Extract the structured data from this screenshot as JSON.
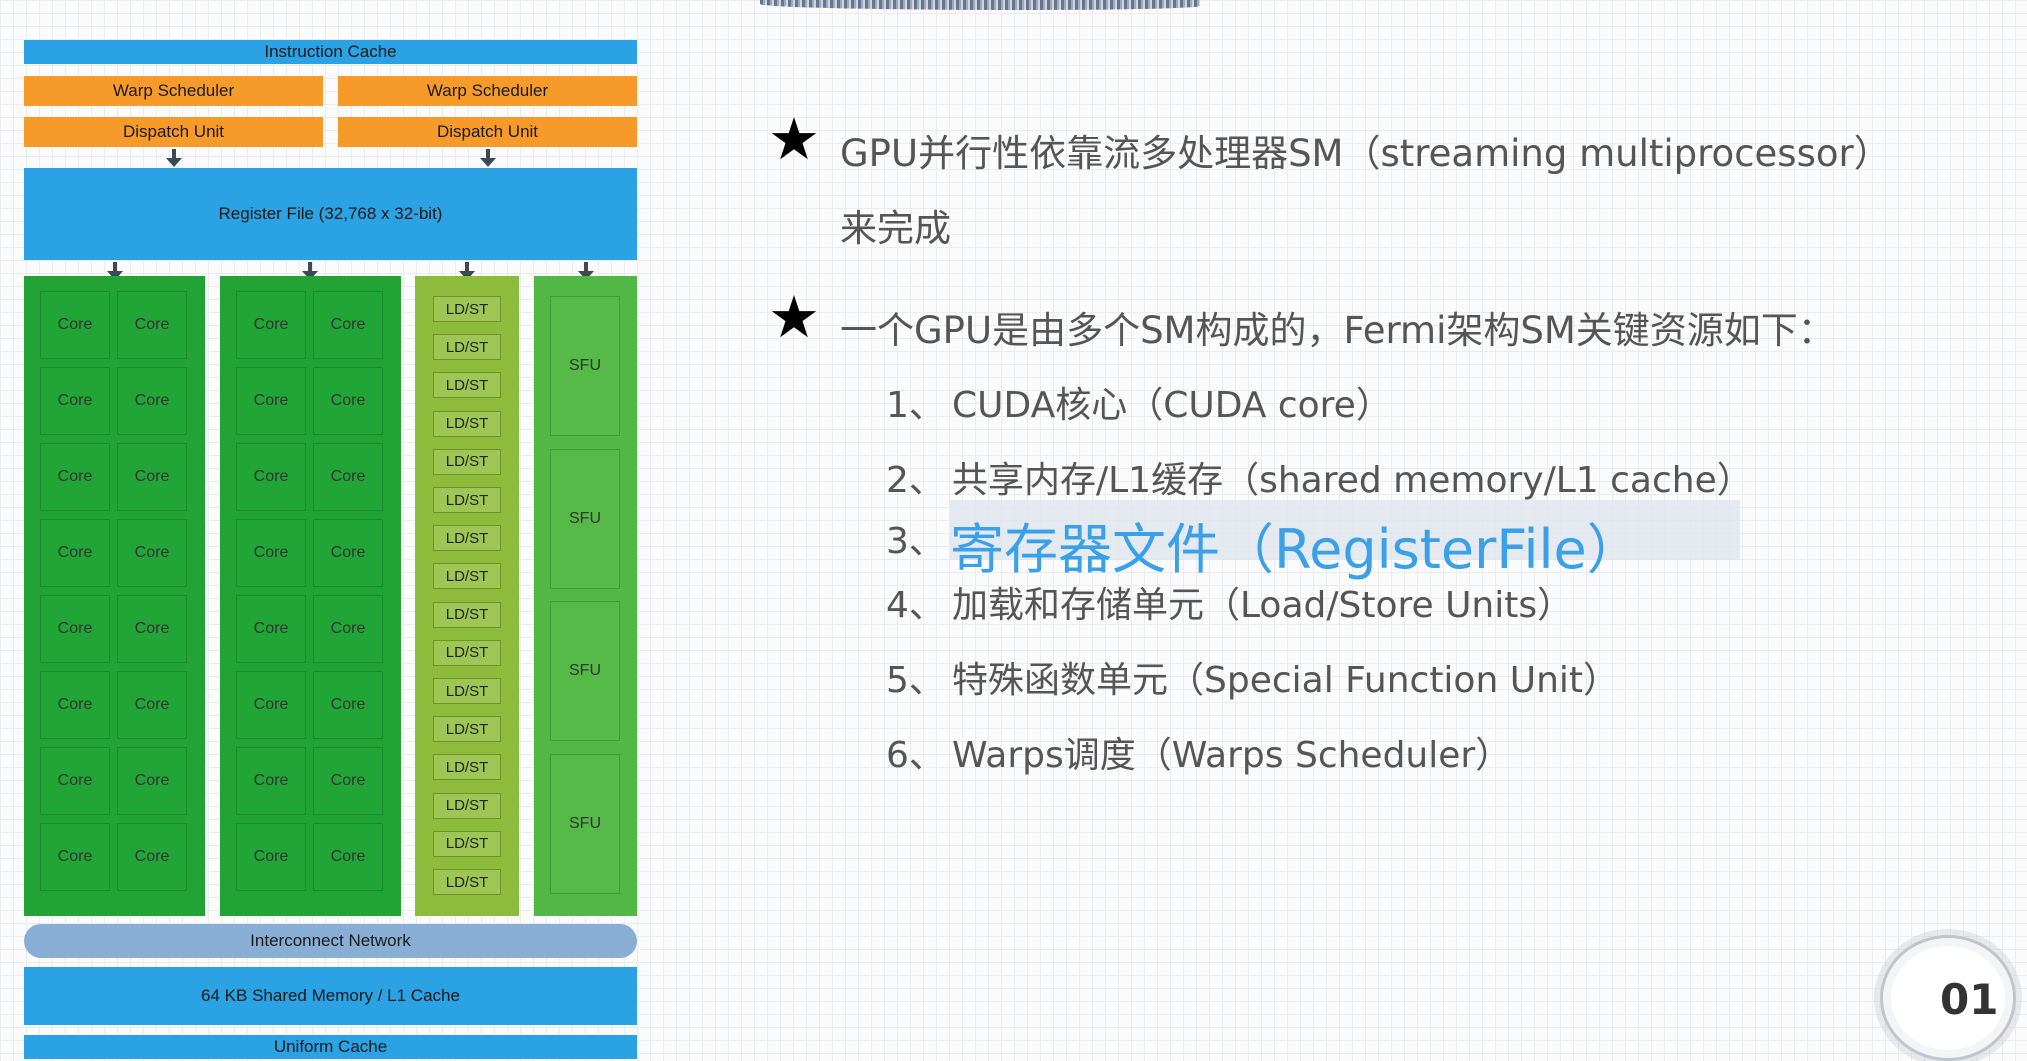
{
  "diagram": {
    "instruction_cache": "Instruction Cache",
    "warp_scheduler_left": "Warp Scheduler",
    "warp_scheduler_right": "Warp Scheduler",
    "dispatch_unit_left": "Dispatch Unit",
    "dispatch_unit_right": "Dispatch Unit",
    "register_file": "Register File (32,768 x 32-bit)",
    "core_label": "Core",
    "core_rows": 8,
    "ldst_label": "LD/ST",
    "ldst_count": 16,
    "sfu_label": "SFU",
    "sfu_count": 4,
    "interconnect": "Interconnect Network",
    "shared_memory": "64 KB Shared Memory / L1 Cache",
    "uniform_cache": "Uniform Cache",
    "colors": {
      "blue": "#2aa2e3",
      "orange": "#f69a2a",
      "core_green": "#21a336",
      "ldst_green": "#8dbc3c",
      "sfu_green": "#52b845",
      "interconnect": "#89aed6"
    }
  },
  "content": {
    "point1_line1": "GPU并行性依靠流多处理器SM（streaming  multiprocessor）",
    "point1_line2": "来完成",
    "point2": "一个GPU是由多个SM构成的，Fermi架构SM关键资源如下：",
    "items": [
      {
        "num": "1、",
        "text": "CUDA核心（CUDA core）"
      },
      {
        "num": "2、",
        "text": "共享内存/L1缓存（shared memory/L1 cache）"
      },
      {
        "num": "3、",
        "text": "寄存器文件（RegisterFile）"
      },
      {
        "num": "4、",
        "text": "加载和存储单元（Load/Store Units）"
      },
      {
        "num": "5、",
        "text": "特殊函数单元（Special Function Unit）"
      },
      {
        "num": "6、",
        "text": "Warps调度（Warps Scheduler）"
      }
    ],
    "highlight_color": "#3aa0e8",
    "star_icon": "★"
  },
  "page_number": "01"
}
